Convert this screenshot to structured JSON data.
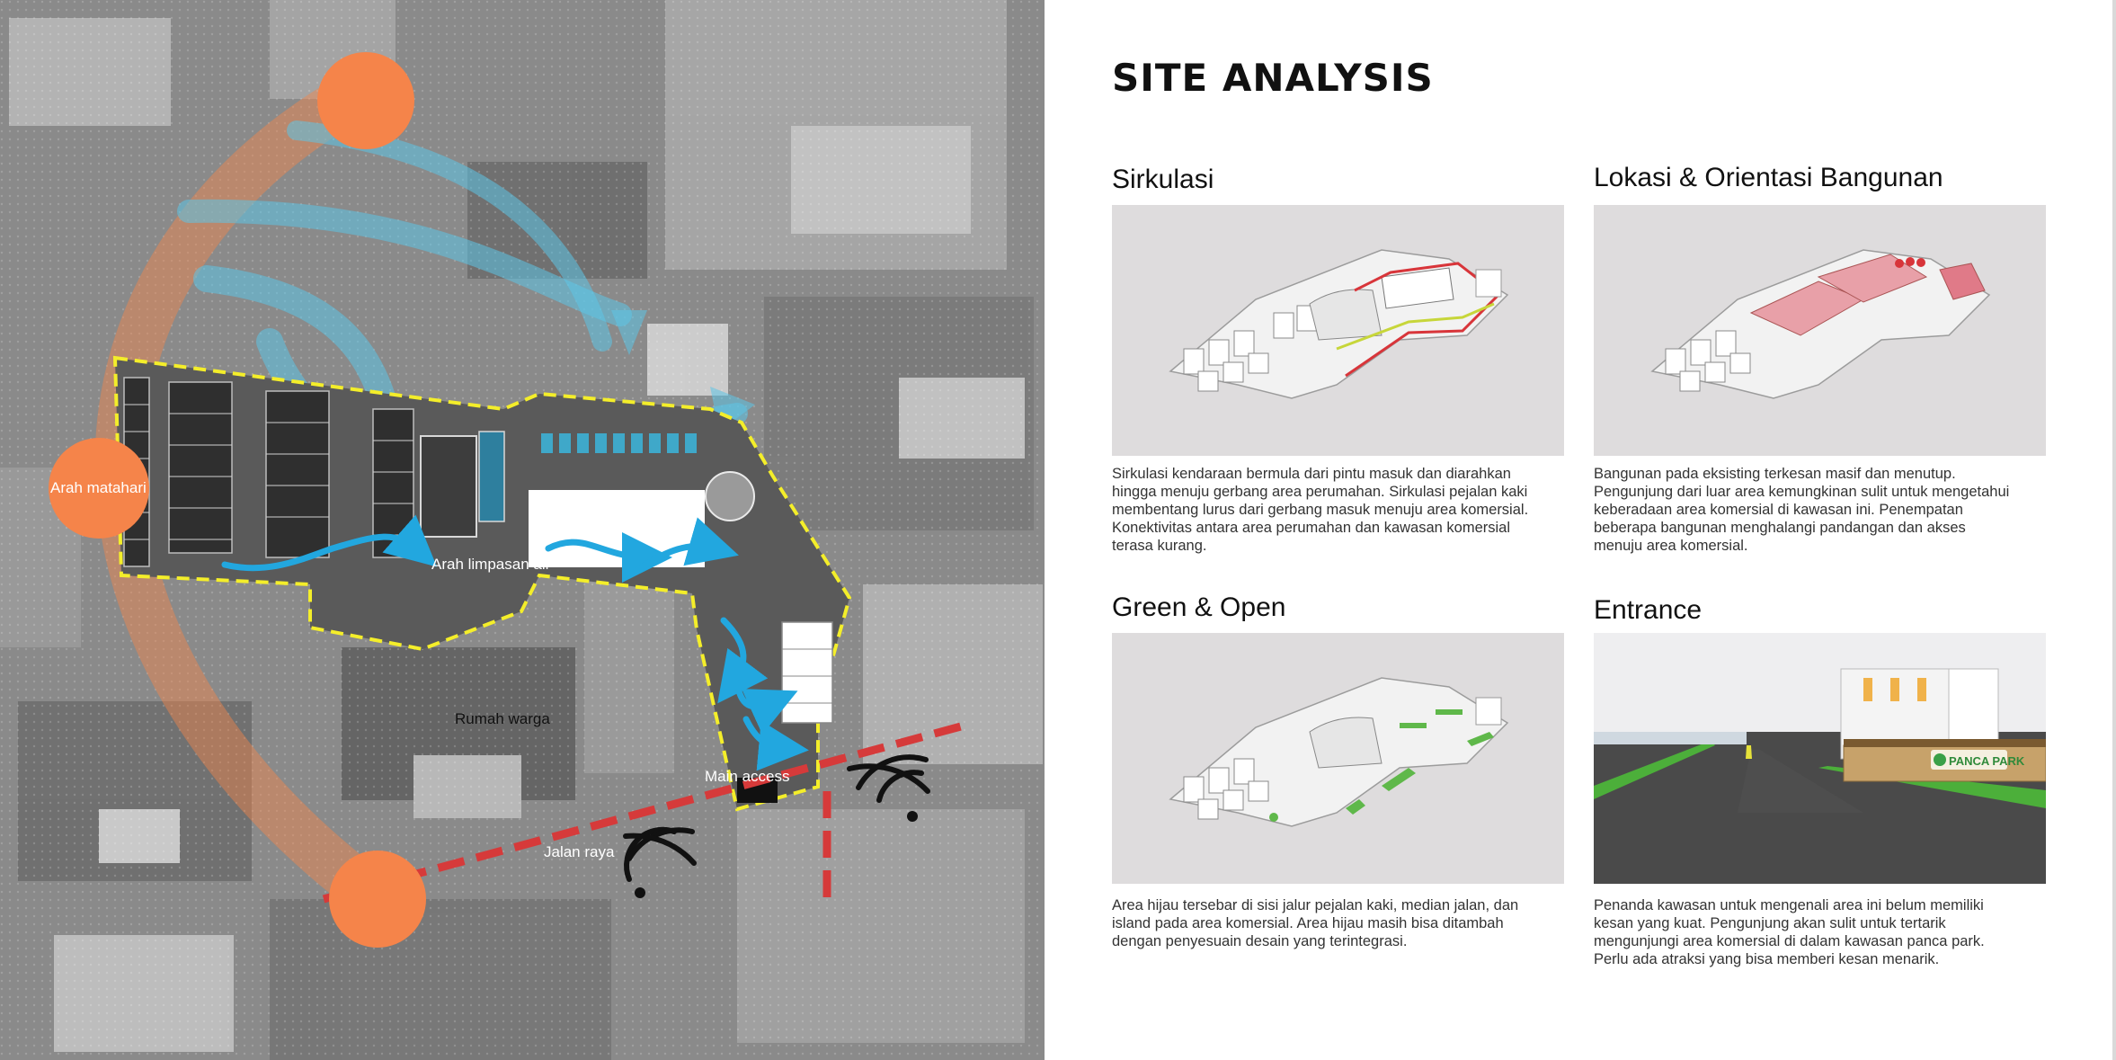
{
  "title": "SITE ANALYSIS",
  "map": {
    "labels": {
      "sun_direction": "Arah matahari",
      "water_runoff": "Arah limpasan air",
      "residents": "Rumah warga",
      "main_access": "Main access",
      "main_road": "Jalan raya"
    },
    "colors": {
      "sun": "#f5844a",
      "water": "#5dc4e6",
      "runoff": "#22a7df",
      "site_boundary": "#f4ee2a",
      "road": "#d63a3a"
    }
  },
  "sections": [
    {
      "id": "sirkulasi",
      "title": "Sirkulasi",
      "image_icon": "axonometric-circulation-diagram",
      "description": [
        "Sirkulasi kendaraan bermula dari pintu masuk dan diarahkan",
        "hingga menuju gerbang area perumahan. Sirkulasi pejalan kaki",
        "membentang lurus dari gerbang masuk menuju area komersial.",
        "Konektivitas antara area perumahan dan kawasan komersial",
        "terasa kurang."
      ]
    },
    {
      "id": "lokasi",
      "title": "Lokasi & Orientasi Bangunan",
      "image_icon": "axonometric-building-orientation-diagram",
      "description": [
        "Bangunan pada eksisting terkesan masif dan menutup.",
        "Pengunjung dari luar area kemungkinan sulit untuk mengetahui",
        "keberadaan area komersial di kawasan ini. Penempatan",
        "beberapa bangunan menghalangi pandangan dan akses",
        "menuju area komersial."
      ]
    },
    {
      "id": "green",
      "title": "Green & Open",
      "image_icon": "axonometric-green-open-space-diagram",
      "description": [
        "Area hijau tersebar di sisi jalur pejalan kaki, median jalan, dan",
        "island pada area komersial. Area hijau masih bisa ditambah",
        "dengan penyesuain desain yang terintegrasi."
      ]
    },
    {
      "id": "entrance",
      "title": "Entrance",
      "image_icon": "entrance-perspective-render",
      "sign_text": "PANCA PARK",
      "description": [
        "Penanda kawasan untuk mengenali area ini belum memiliki",
        "kesan yang kuat. Pengunjung akan sulit untuk tertarik",
        "mengunjungi area komersial di dalam kawasan panca park.",
        "Perlu ada atraksi yang bisa memberi kesan menarik."
      ]
    }
  ]
}
